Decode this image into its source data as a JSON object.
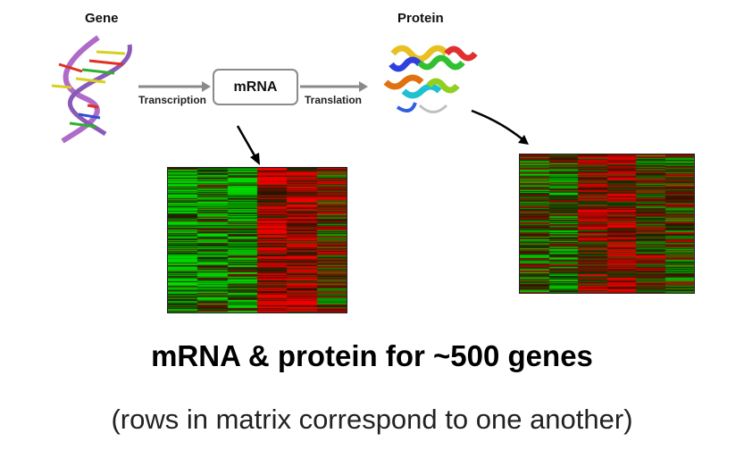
{
  "diagram": {
    "gene_label": "Gene",
    "protein_label": "Protein",
    "mrna_label": "mRNA",
    "transcription_label": "Transcription",
    "translation_label": "Translation"
  },
  "caption": {
    "headline": "mRNA & protein for ~500 genes",
    "subline": "(rows in matrix correspond to one another)"
  },
  "colors": {
    "heatmap_high": "#e01010",
    "heatmap_low": "#10c010",
    "heatmap_mid": "#1a0a00",
    "arrow_gray": "#8a8a8a"
  },
  "heatmaps": {
    "mrna": {
      "columns": 6,
      "column_bias": [
        0.2,
        0.3,
        0.25,
        0.85,
        0.8,
        0.55
      ]
    },
    "protein": {
      "columns": 6,
      "column_bias": [
        0.4,
        0.35,
        0.7,
        0.75,
        0.55,
        0.5
      ]
    }
  }
}
